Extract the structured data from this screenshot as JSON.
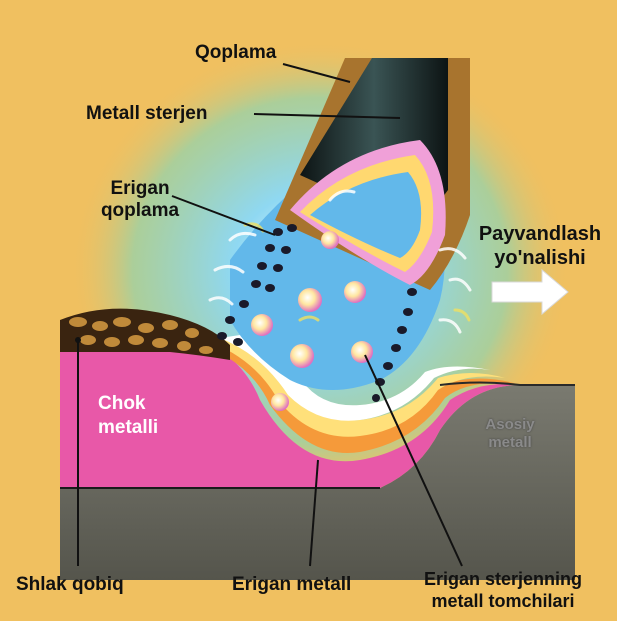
{
  "labels": {
    "qoplama": "Qoplama",
    "metall_sterjen": "Metall sterjen",
    "erigan_qoplama": "Erigan\nqoplama",
    "payvandlash": "Payvandlash\nyo'nalishi",
    "chok_metalli": "Chok\nmetalli",
    "asosiy_metall": "Asosiy\nmetall",
    "shlak_qobiq": "Shlak qobiq",
    "erigan_metall": "Erigan metall",
    "erigan_sterjenning": "Erigan sterjenning\nmetall tomchilari"
  },
  "colors": {
    "background": "#f0c060",
    "glow": "#6ec6e8",
    "weld_pool": "#e85aa8",
    "base_metal": "#6b6b60",
    "electrode_coating": "#a8742e",
    "electrode_core": "#1b2a2a",
    "molten_blue": "#62b8ea"
  }
}
